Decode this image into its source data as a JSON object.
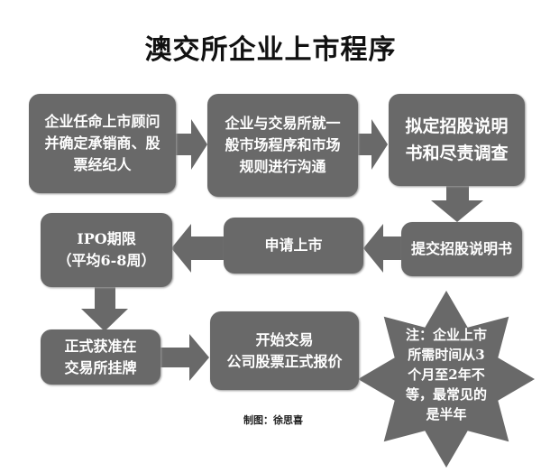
{
  "title": "澳交所企业上市程序",
  "steps": [
    "企业任命上市顾问\n并确定承销商、股\n票经纪人",
    "企业与交易所就一\n般市场程序和市场\n规则进行沟通",
    "拟定招股说明\n书和尽责调查",
    "提交招股说明书",
    "申请上市",
    "IPO期限\n（平均6-8周）",
    "正式获准在\n交易所挂牌",
    "开始交易\n公司股票正式报价"
  ],
  "note": "注：企业上市\n所需时间从3\n个月至2年不\n等，最常见的\n是半年",
  "credit": "制图：徐思喜",
  "colors": {
    "box": "#696969",
    "arrow": "#696969"
  }
}
